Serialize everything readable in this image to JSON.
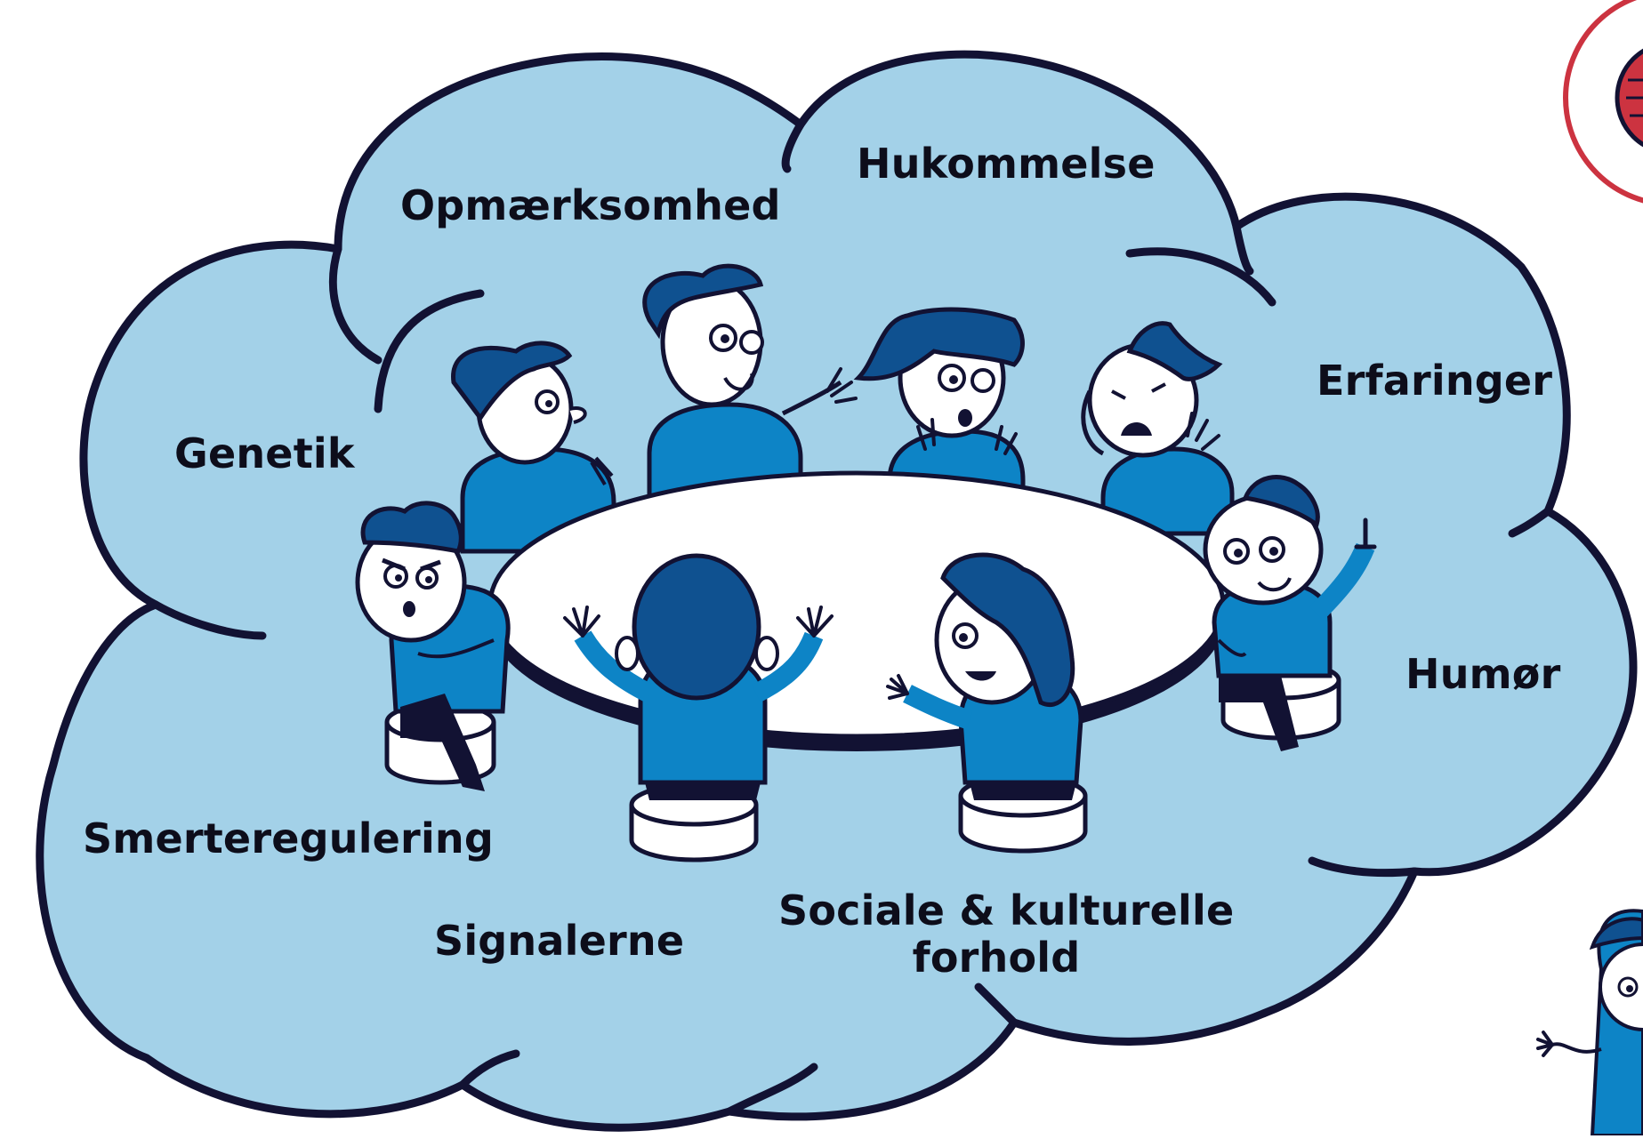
{
  "colors": {
    "cloud_fill": "#a3d1e8",
    "outline": "#121233",
    "shirt": "#0d84c6",
    "hair": "#0f5190",
    "table": "#ffffff",
    "badge_red": "#cc3340"
  },
  "labels": {
    "hukommelse": "Hukommelse",
    "opmaerksomhed": "Opmærksomhed",
    "erfaringer": "Erfaringer",
    "genetik": "Genetik",
    "humor": "Humør",
    "smerteregulering": "Smerteregulering",
    "signalerne": "Signalerne",
    "sociale_line1": "Sociale & kulturelle",
    "sociale_line2": "forhold"
  }
}
